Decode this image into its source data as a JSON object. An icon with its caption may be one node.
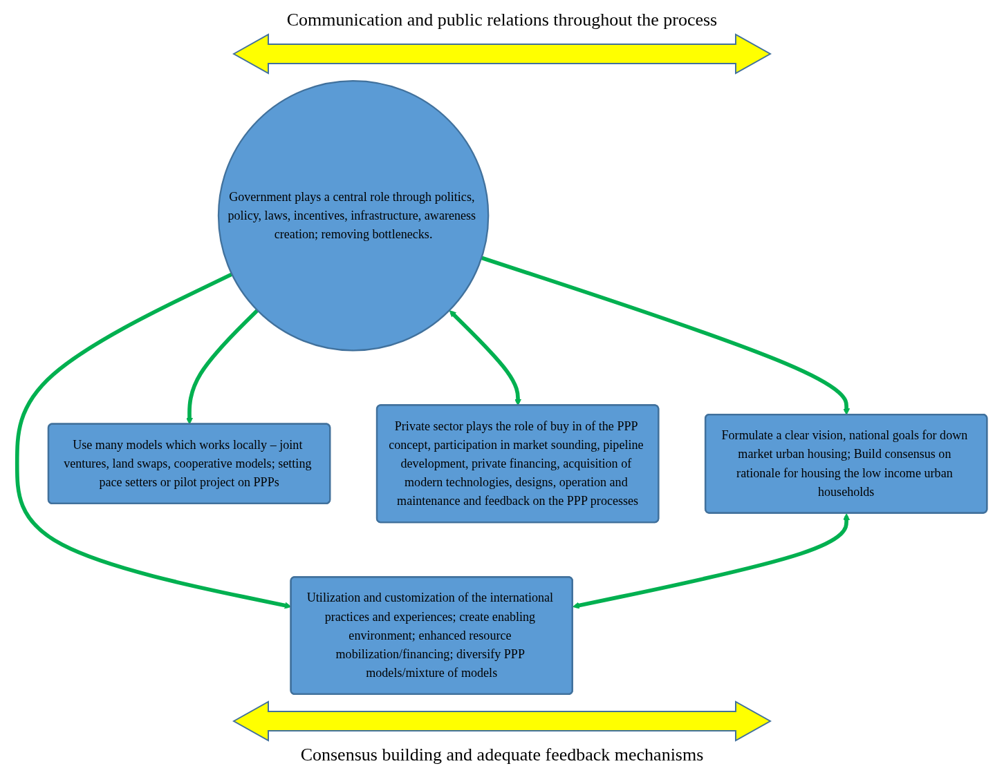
{
  "diagram": {
    "nodes": [
      {
        "text": [
          "Formulate a clear vision, national goals for down market urban housing; Build consensus on rationale for housing the low income urban households"
        ]
      },
      {
        "text": [
          "Government plays a central role through politics, policy, laws, incentives, infrastructure, awareness creation; removing bottlenecks."
        ]
      },
      {
        "text": [
          "Use many models which works locally – joint ventures, land swaps, cooperative models; setting pace setters or pilot project on PPPs"
        ]
      },
      {
        "text": [
          "Utilization and customization of the international practices and experiences; create enabling environment; enhanced resource mobilization/financing; diversify PPP models/mixture of models"
        ]
      },
      {
        "text": [
          "Private sector plays the role of buy in of the PPP concept, participation in market sounding, pipeline development, private financing, acquisition of modern technologies, designs, operation and maintenance and feedback on the PPP processes"
        ]
      }
    ],
    "edges": [
      {
        "from": 1,
        "to": 0,
        "arrow": "to"
      },
      {
        "from": 1,
        "to": 2,
        "arrow": "to"
      },
      {
        "from": 1,
        "to": 3,
        "arrow": "to"
      },
      {
        "from": 1,
        "to": 4,
        "arrow": "both"
      },
      {
        "from": 0,
        "to": 3,
        "arrow": "both"
      }
    ],
    "labels": [
      "Communication and public relations throughout the process",
      "Consensus building and adequate feedback mechanisms"
    ]
  }
}
